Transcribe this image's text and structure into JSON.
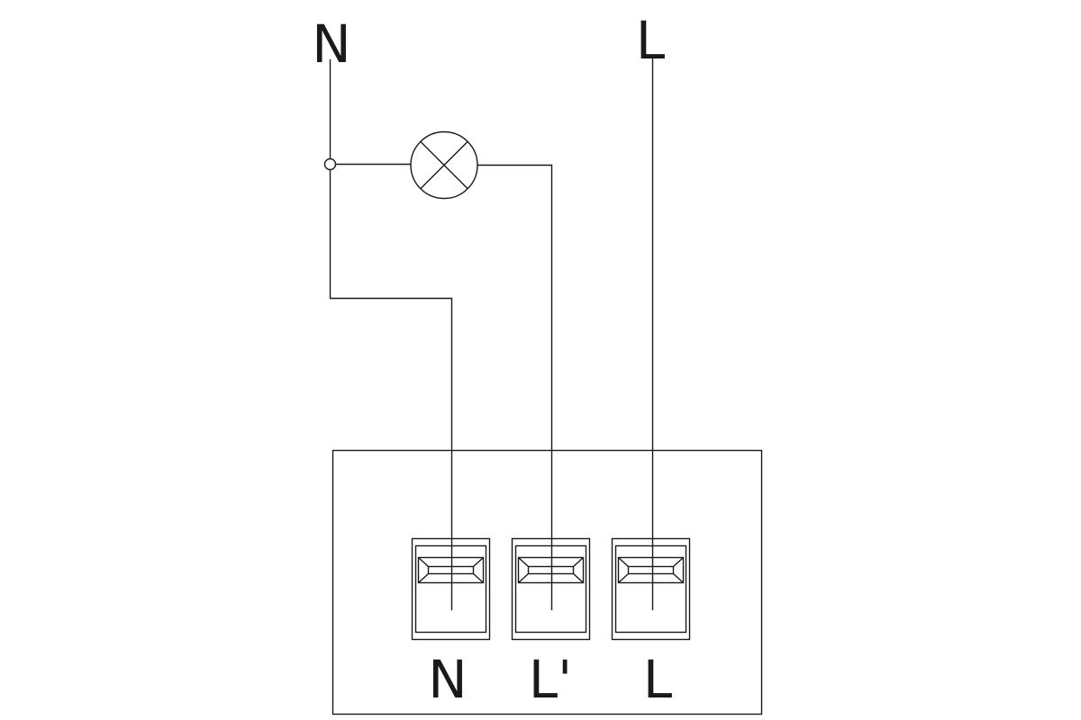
{
  "labels": {
    "supply_neutral": "N",
    "supply_live": "L",
    "terminal_neutral": "N",
    "terminal_switched_live": "L'",
    "terminal_live": "L"
  },
  "colors": {
    "line": "#1a1a1a",
    "background": "#ffffff"
  }
}
